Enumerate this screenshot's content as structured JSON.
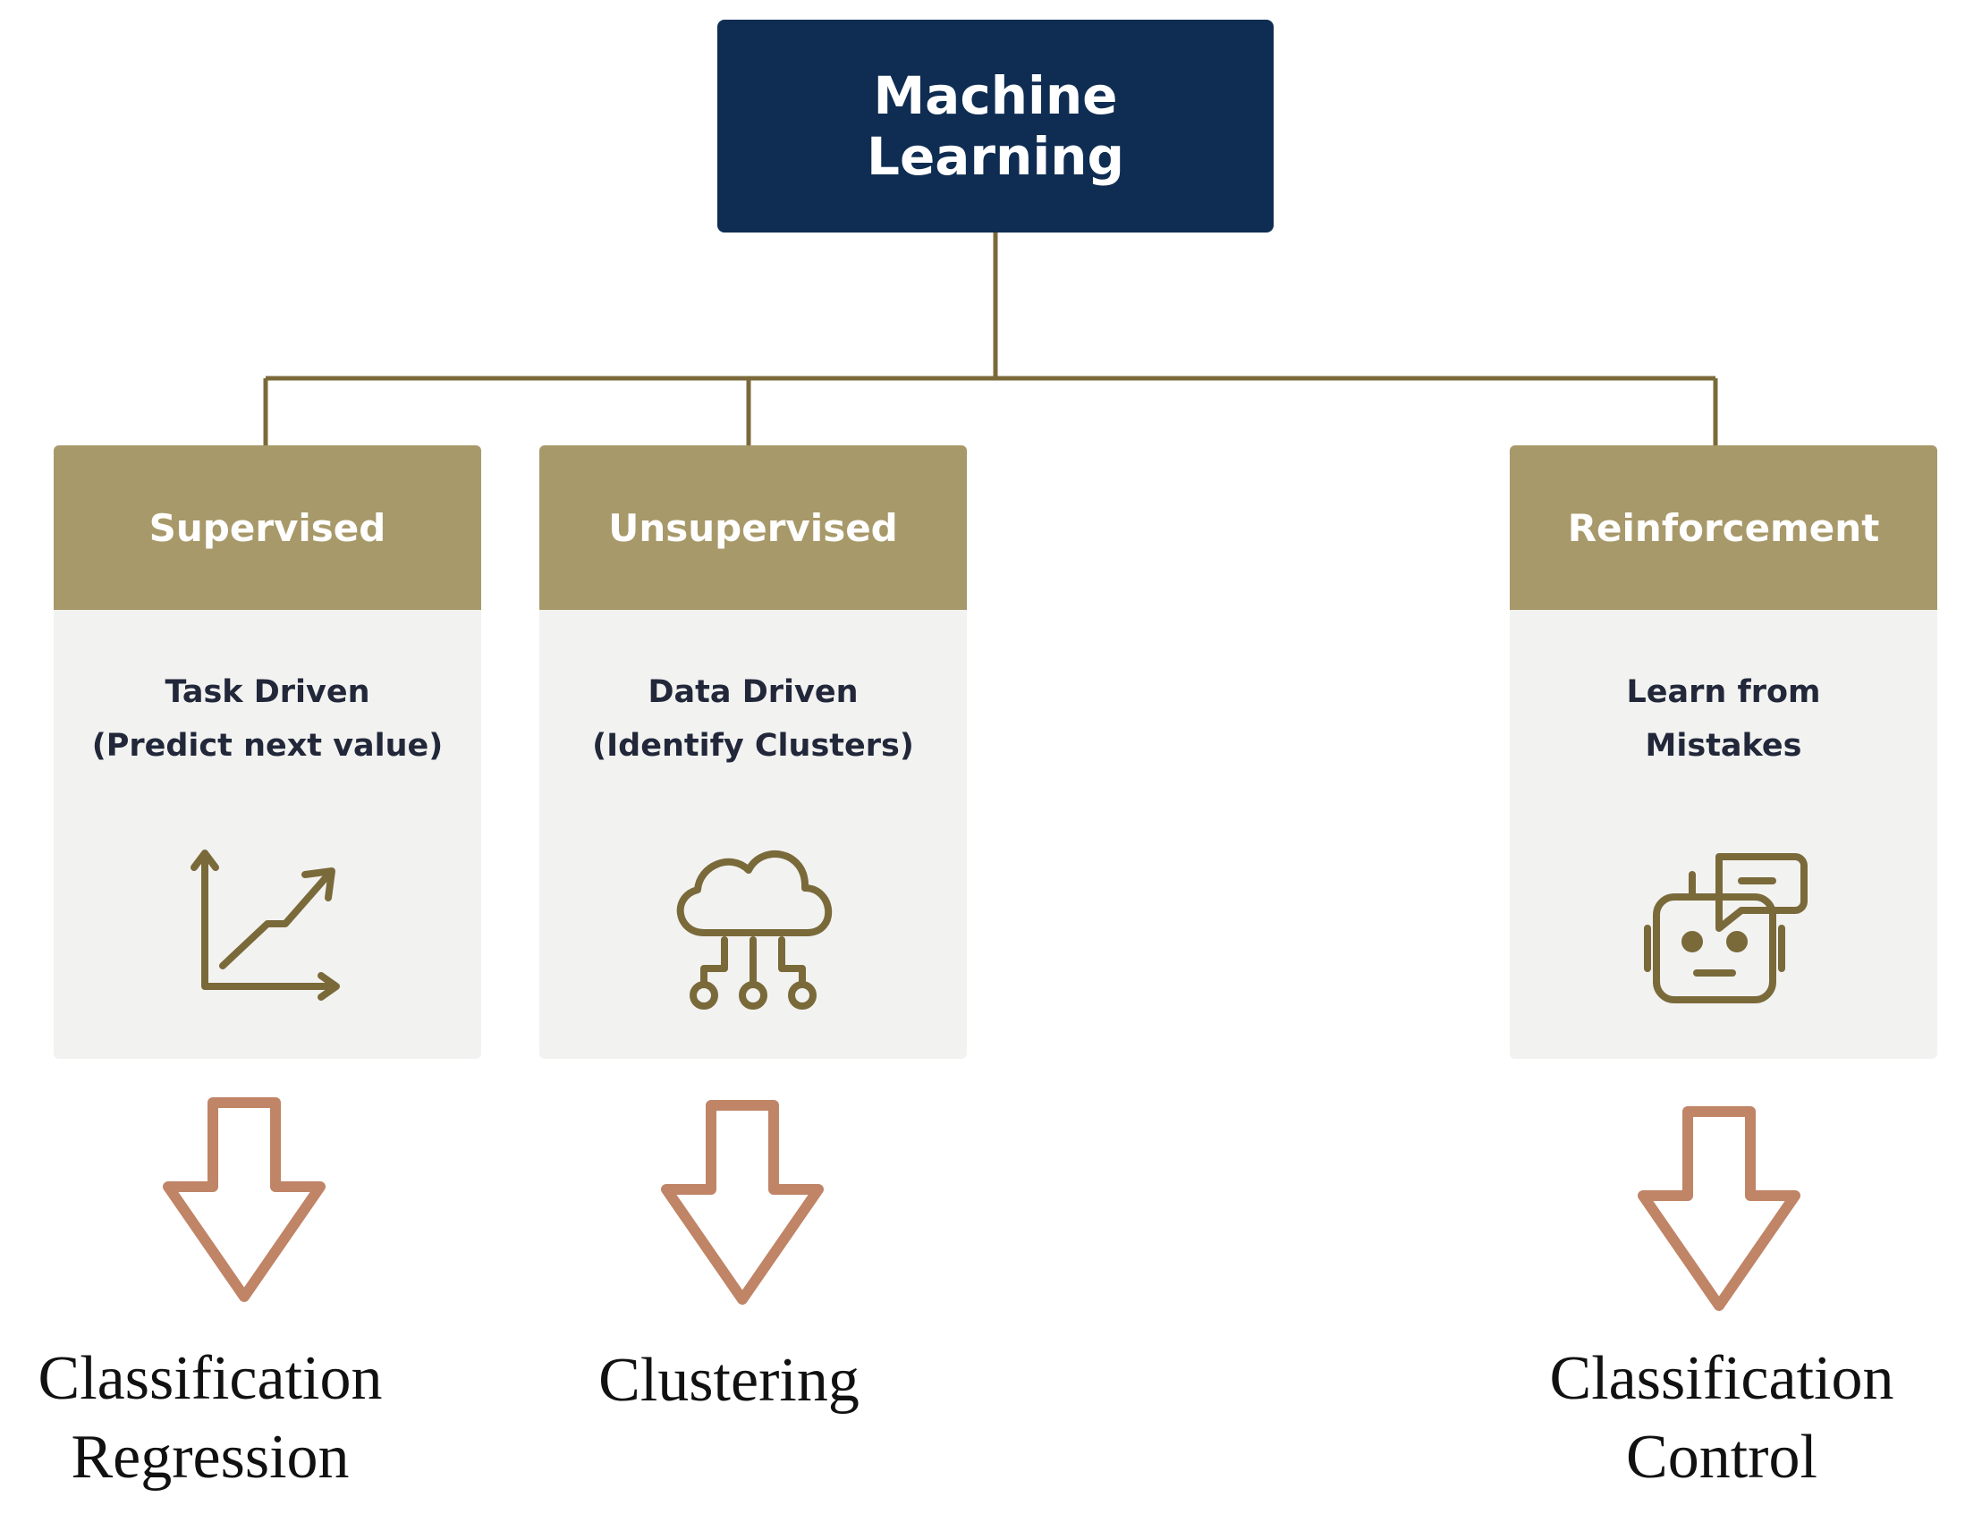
{
  "root": {
    "title_line1": "Machine",
    "title_line2": "Learning",
    "color": "#0f2d52"
  },
  "connector_color": "#7a6a3a",
  "branches": [
    {
      "header": "Supervised",
      "desc_line1": "Task Driven",
      "desc_line2": "(Predict next value)",
      "icon": "trend-chart-icon",
      "outcome_line1": "Classification",
      "outcome_line2": "Regression"
    },
    {
      "header": "Unsupervised",
      "desc_line1": "Data Driven",
      "desc_line2": "(Identify Clusters)",
      "icon": "cloud-network-icon",
      "outcome_line1": "Clustering",
      "outcome_line2": ""
    },
    {
      "header": "Reinforcement",
      "desc_line1": "Learn from",
      "desc_line2": "Mistakes",
      "icon": "robot-chat-icon",
      "outcome_line1": "Classification",
      "outcome_line2": "Control"
    }
  ],
  "colors": {
    "header": "#a8996a",
    "card_body": "#f2f2f1",
    "icon": "#7a6a3a",
    "arrow": "#c08466"
  }
}
